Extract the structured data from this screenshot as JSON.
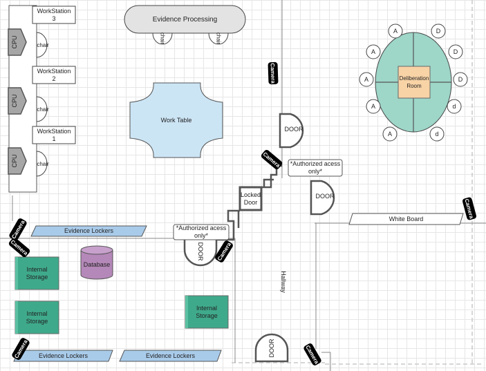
{
  "workstations": [
    "WorkStation\n3",
    "WorkStation\n2",
    "WorkStation\n1"
  ],
  "cpu_label": "CPU",
  "chair_label": "chair",
  "evidence_processing": "Evidence Processing",
  "work_table": "Work Table",
  "deliberation_room": "Deliberation\nRoom",
  "seats": [
    "A",
    "D",
    "A",
    "D",
    "A",
    "D",
    "A",
    "d",
    "A",
    "d"
  ],
  "camera_label": "Camera",
  "door_label": "DOOR",
  "locked_door": "Locked\nDoor",
  "authorized_notice": "*Authorized acess\nonly*",
  "evidence_lockers": "Evidence Lockers",
  "white_board": "White Board",
  "database": "Database",
  "internal_storage": "Internal\nStorage",
  "hallway": "Hallway",
  "colors": {
    "work_table": "#cce5f5",
    "deliberation_table": "#9ed6c8",
    "deliberation_room": "#f8d3a6",
    "evidence_lockers": "#a9cbea",
    "internal_storage": "#3faa8b",
    "database": "#b488b8",
    "evidence_processing": "#e3e3e3",
    "camera": "#000000"
  }
}
